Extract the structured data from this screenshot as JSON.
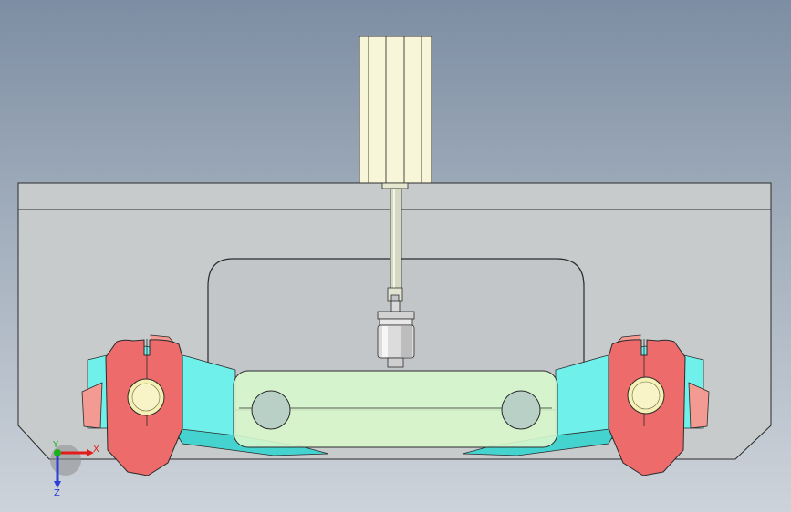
{
  "viewport": {
    "background_top": "#7d8da3",
    "background_bottom": "#cdd3da"
  },
  "colors": {
    "plate": "#c7cbcc",
    "plate_edge": "#2b2b2b",
    "cylinder_body": "#f7f6d8",
    "rod": "#d5d8c2",
    "jaw_red": "#ee6b6b",
    "jaw_red_back": "#f39a93",
    "link_cyan": "#6ff0ea",
    "slide_green": "#d7f7cc",
    "pin_yellow": "#f5f0b4",
    "fitting_metal": "#dcdcdc"
  },
  "triad": {
    "x_label": "X",
    "y_label": "Y",
    "z_label": "Z",
    "x_color": "#e31b1b",
    "y_color": "#18b21e",
    "z_color": "#2b3fd6"
  }
}
